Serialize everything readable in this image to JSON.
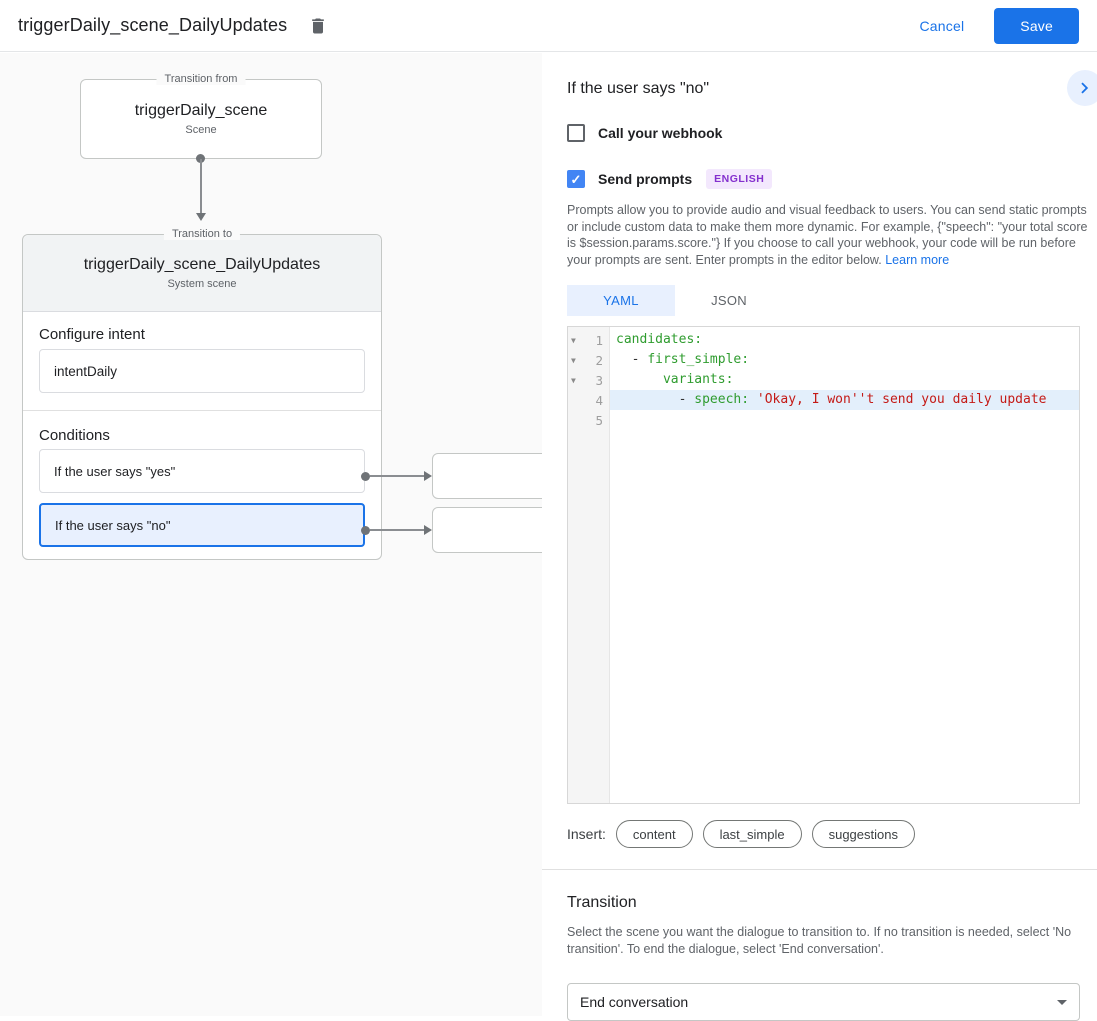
{
  "header": {
    "title": "triggerDaily_scene_DailyUpdates",
    "cancel_label": "Cancel",
    "save_label": "Save"
  },
  "canvas": {
    "transition_from": {
      "group_label": "Transition from",
      "scene_name": "triggerDaily_scene",
      "scene_type": "Scene"
    },
    "transition_to": {
      "group_label": "Transition to",
      "scene_name": "triggerDaily_scene_DailyUpdates",
      "scene_type": "System scene",
      "configure_intent_label": "Configure intent",
      "intent_value": "intentDaily",
      "conditions_label": "Conditions",
      "conditions": [
        {
          "label": "If the user says \"yes\"",
          "selected": false
        },
        {
          "label": "If the user says \"no\"",
          "selected": true
        }
      ]
    }
  },
  "panel": {
    "title": "If the user says \"no\"",
    "webhook_checkbox_label": "Call your webhook",
    "prompts_checkbox_label": "Send prompts",
    "language_badge": "ENGLISH",
    "description": "Prompts allow you to provide audio and visual feedback to users. You can send static prompts or include custom data to make them more dynamic. For example, {\"speech\": \"your total score is $session.params.score.\"} If you choose to call your webhook, your code will be run before your prompts are sent. Enter prompts in the editor below. ",
    "learn_more_label": "Learn more",
    "tabs": [
      {
        "label": "YAML",
        "active": true
      },
      {
        "label": "JSON",
        "active": false
      }
    ],
    "editor": {
      "lines": [
        {
          "num": "1",
          "fold": true,
          "highlight": false,
          "segments": [
            [
              "key",
              "candidates:"
            ]
          ]
        },
        {
          "num": "2",
          "fold": true,
          "highlight": false,
          "segments": [
            [
              "plain",
              "  - "
            ],
            [
              "key",
              "first_simple:"
            ]
          ]
        },
        {
          "num": "3",
          "fold": true,
          "highlight": false,
          "segments": [
            [
              "plain",
              "      "
            ],
            [
              "key",
              "variants:"
            ]
          ]
        },
        {
          "num": "4",
          "fold": false,
          "highlight": true,
          "segments": [
            [
              "plain",
              "        - "
            ],
            [
              "key",
              "speech: "
            ],
            [
              "string",
              "'Okay, I won''t send you daily update"
            ]
          ]
        },
        {
          "num": "5",
          "fold": false,
          "highlight": false,
          "segments": []
        }
      ]
    },
    "insert_label": "Insert:",
    "insert_chips": [
      "content",
      "last_simple",
      "suggestions"
    ],
    "transition": {
      "title": "Transition",
      "description": "Select the scene you want the dialogue to transition to. If no transition is needed, select 'No transition'. To end the dialogue, select 'End conversation'.",
      "dropdown_value": "End conversation"
    }
  }
}
